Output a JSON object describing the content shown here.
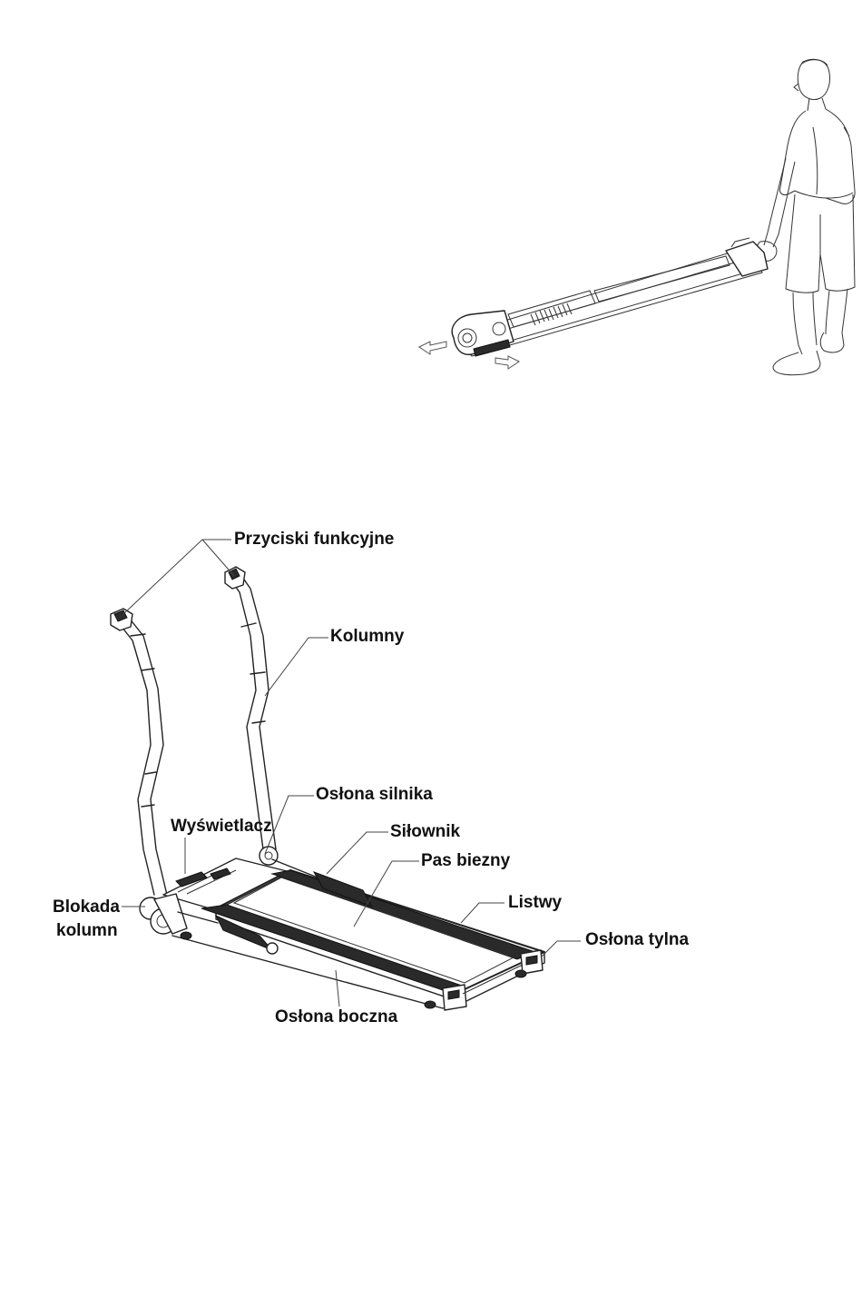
{
  "labels": {
    "przyciski": "Przyciski funkcyjne",
    "kolumny": "Kolumny",
    "oslona_silnika": "Osłona silnika",
    "wyswietlacz": "Wyświetlacz",
    "silownik": "Siłownik",
    "pas": "Pas biezny",
    "listwy": "Listwy",
    "blokada_line1": "Blokada",
    "blokada_line2": "kolumn",
    "oslona_tylna": "Osłona tylna",
    "oslona_boczna": "Osłona boczna"
  }
}
